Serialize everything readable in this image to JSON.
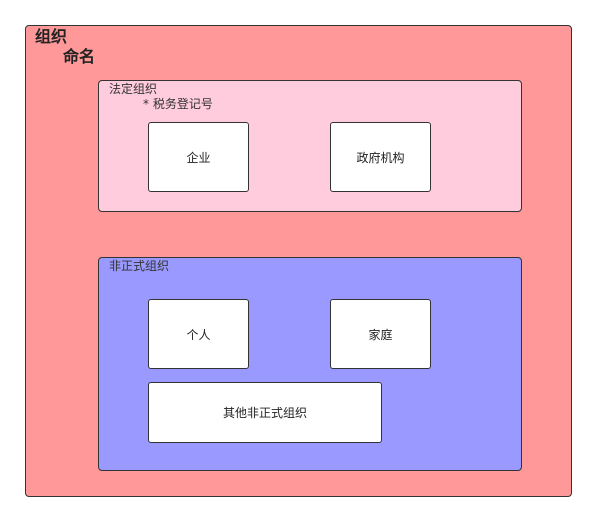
{
  "organization": {
    "title": "组织",
    "subtitle": "命名",
    "colors": {
      "outer_fill": "#ff9999",
      "legal_fill": "#ffccdd",
      "informal_fill": "#9999ff",
      "item_fill": "#ffffff",
      "border": "#333333"
    }
  },
  "legal_organization": {
    "label": "法定组织",
    "note": "* 税务登记号",
    "items": [
      "企业",
      "政府机构"
    ]
  },
  "informal_organization": {
    "label": "非正式组织",
    "items": [
      "个人",
      "家庭",
      "其他非正式组织"
    ]
  }
}
